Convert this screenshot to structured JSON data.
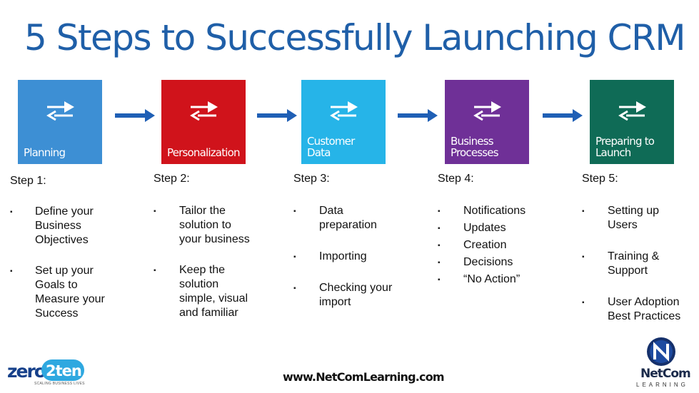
{
  "title": "5 Steps to Successfully Launching CRM",
  "tiles": [
    {
      "label": "Planning",
      "color": "#3d8fd4"
    },
    {
      "label": "Personalization",
      "color": "#d0131b"
    },
    {
      "label": "Customer\nData",
      "color": "#26b4e8"
    },
    {
      "label": "Business\nProcesses",
      "color": "#6f3097"
    },
    {
      "label": "Preparing to\nLaunch",
      "color": "#0f6b56"
    }
  ],
  "arrow_color": "#1f5fb5",
  "steps": [
    {
      "heading": "Step 1:",
      "items": [
        "Define your\nBusiness\nObjectives",
        "Set up your\nGoals to\nMeasure your\nSuccess"
      ]
    },
    {
      "heading": "Step 2:",
      "items": [
        "Tailor the\nsolution to\nyour business",
        "Keep the\nsolution\nsimple, visual\nand familiar"
      ]
    },
    {
      "heading": "Step 3:",
      "items": [
        "Data\npreparation",
        "Importing",
        "Checking your\nimport"
      ]
    },
    {
      "heading": "Step 4:",
      "items": [
        "Notifications",
        "Updates",
        "Creation",
        "Decisions",
        "“No Action”"
      ]
    },
    {
      "heading": "Step 5:",
      "items": [
        "Setting up\nUsers",
        "Training &\nSupport",
        "User Adoption\nBest Practices"
      ]
    }
  ],
  "bullet_glyph": "▪",
  "footer": {
    "zero2ten_logo": {
      "word": "zero",
      "cloud": "2ten",
      "tagline": "SCALING BUSINESS LIVES"
    },
    "website": "www.NetComLearning.com",
    "netcom_logo": {
      "name": "NetCom",
      "sub": "LEARNING"
    }
  }
}
